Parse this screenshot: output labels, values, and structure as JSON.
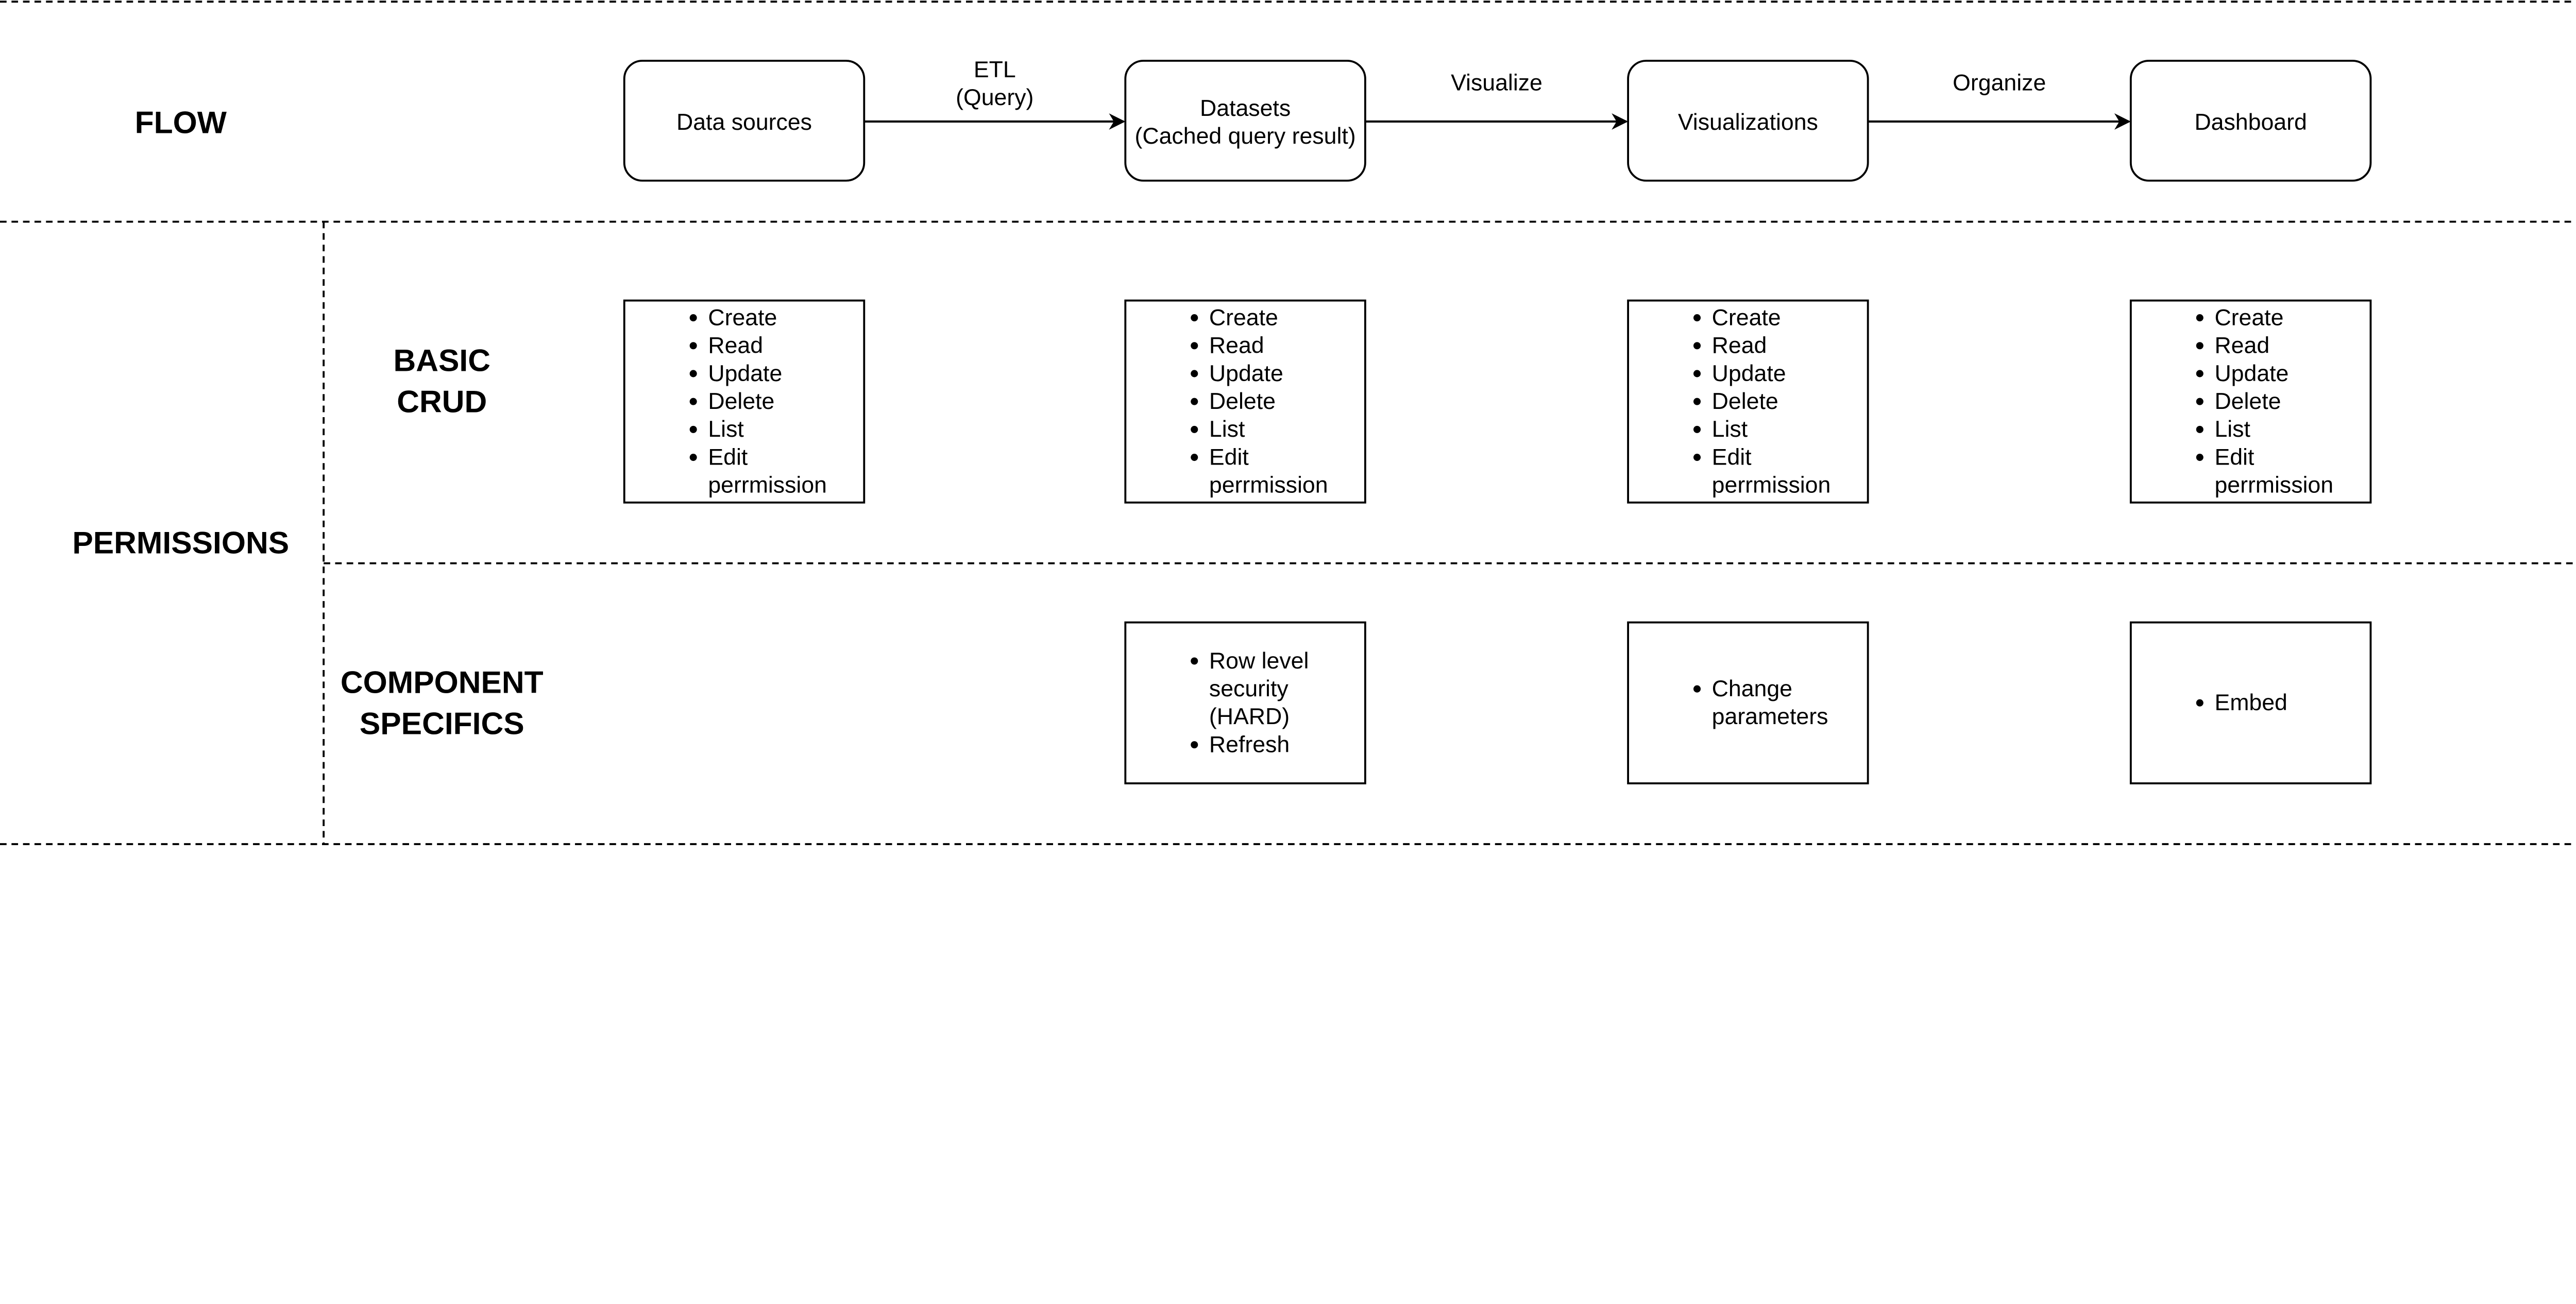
{
  "sections": {
    "flow": "FLOW",
    "permissions": "PERMISSIONS",
    "basic_crud": [
      "BASIC",
      "CRUD"
    ],
    "component_specifics": [
      "COMPONENT",
      "SPECIFICS"
    ]
  },
  "flow_nodes": [
    {
      "lines": [
        "Data sources"
      ]
    },
    {
      "lines": [
        "Datasets",
        "(Cached query result)"
      ]
    },
    {
      "lines": [
        "Visualizations"
      ]
    },
    {
      "lines": [
        "Dashboard"
      ]
    }
  ],
  "flow_edges": [
    {
      "lines": [
        "ETL",
        "(Query)"
      ]
    },
    {
      "lines": [
        "Visualize"
      ]
    },
    {
      "lines": [
        "Organize"
      ]
    }
  ],
  "crud_lists": [
    {
      "items": [
        "Create",
        "Read",
        "Update",
        "Delete",
        "List",
        "Edit perrmission"
      ]
    },
    {
      "items": [
        "Create",
        "Read",
        "Update",
        "Delete",
        "List",
        "Edit perrmission"
      ]
    },
    {
      "items": [
        "Create",
        "Read",
        "Update",
        "Delete",
        "List",
        "Edit perrmission"
      ]
    },
    {
      "items": [
        "Create",
        "Read",
        "Update",
        "Delete",
        "List",
        "Edit perrmission"
      ]
    }
  ],
  "component_lists": [
    null,
    {
      "items": [
        "Row level security (HARD)",
        "Refresh"
      ]
    },
    {
      "items": [
        "Change parameters"
      ]
    },
    {
      "items": [
        "Embed"
      ]
    }
  ]
}
